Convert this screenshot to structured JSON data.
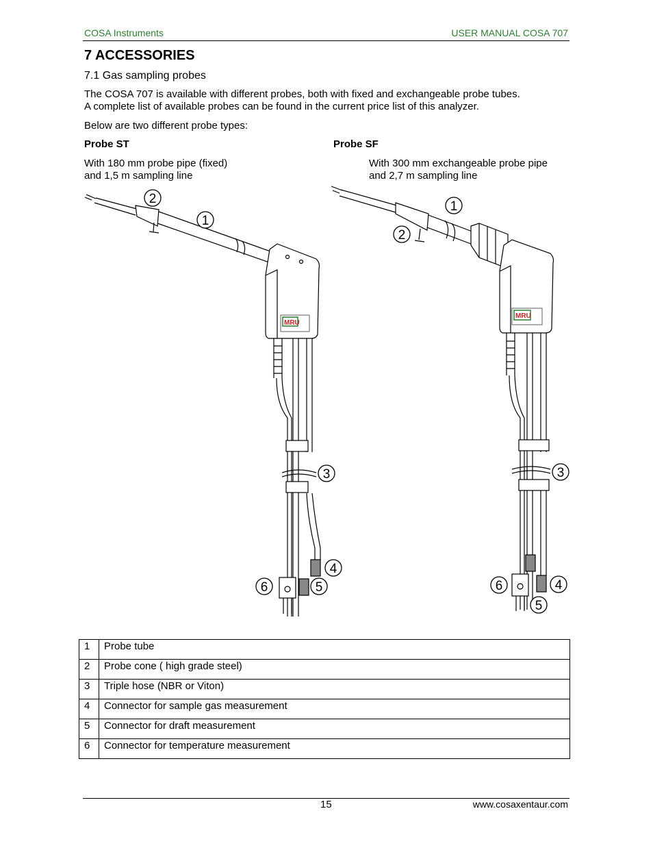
{
  "header": {
    "left": "COSA Instruments",
    "right": "USER MANUAL COSA 707"
  },
  "section": {
    "title": "7  ACCESSORIES",
    "subtitle": "7.1  Gas sampling probes",
    "intro_line1": "The COSA 707 is available with different probes, both with fixed and exchangeable probe tubes.",
    "intro_line2": "A complete list of available probes can be found in the current price list of this analyzer.",
    "types_text": "Below are two different probe types:"
  },
  "probes": [
    {
      "name": "Probe ST",
      "line1": "With 180 mm probe pipe (fixed)",
      "line2": "and 1,5 m sampling line"
    },
    {
      "name": "Probe SF",
      "line1": "With 300 mm exchangeable probe pipe",
      "line2": "and 2,7 m sampling line"
    }
  ],
  "figure": {
    "logo_text": "MRU",
    "callouts": [
      "1",
      "2",
      "3",
      "4",
      "5",
      "6"
    ]
  },
  "legend": [
    {
      "num": "1",
      "text": "Probe tube"
    },
    {
      "num": "2",
      "text": "Probe cone ( high grade steel)"
    },
    {
      "num": "3",
      "text": "Triple hose (NBR or Viton)"
    },
    {
      "num": "4",
      "text": "Connector for sample gas measurement"
    },
    {
      "num": "5",
      "text": "Connector for draft measurement"
    },
    {
      "num": "6",
      "text": "Connector for temperature measurement"
    }
  ],
  "footer": {
    "page": "15",
    "url": "www.cosaxentaur.com"
  },
  "colors": {
    "header_text": "#2e7d32",
    "logo_red": "#c62828"
  }
}
